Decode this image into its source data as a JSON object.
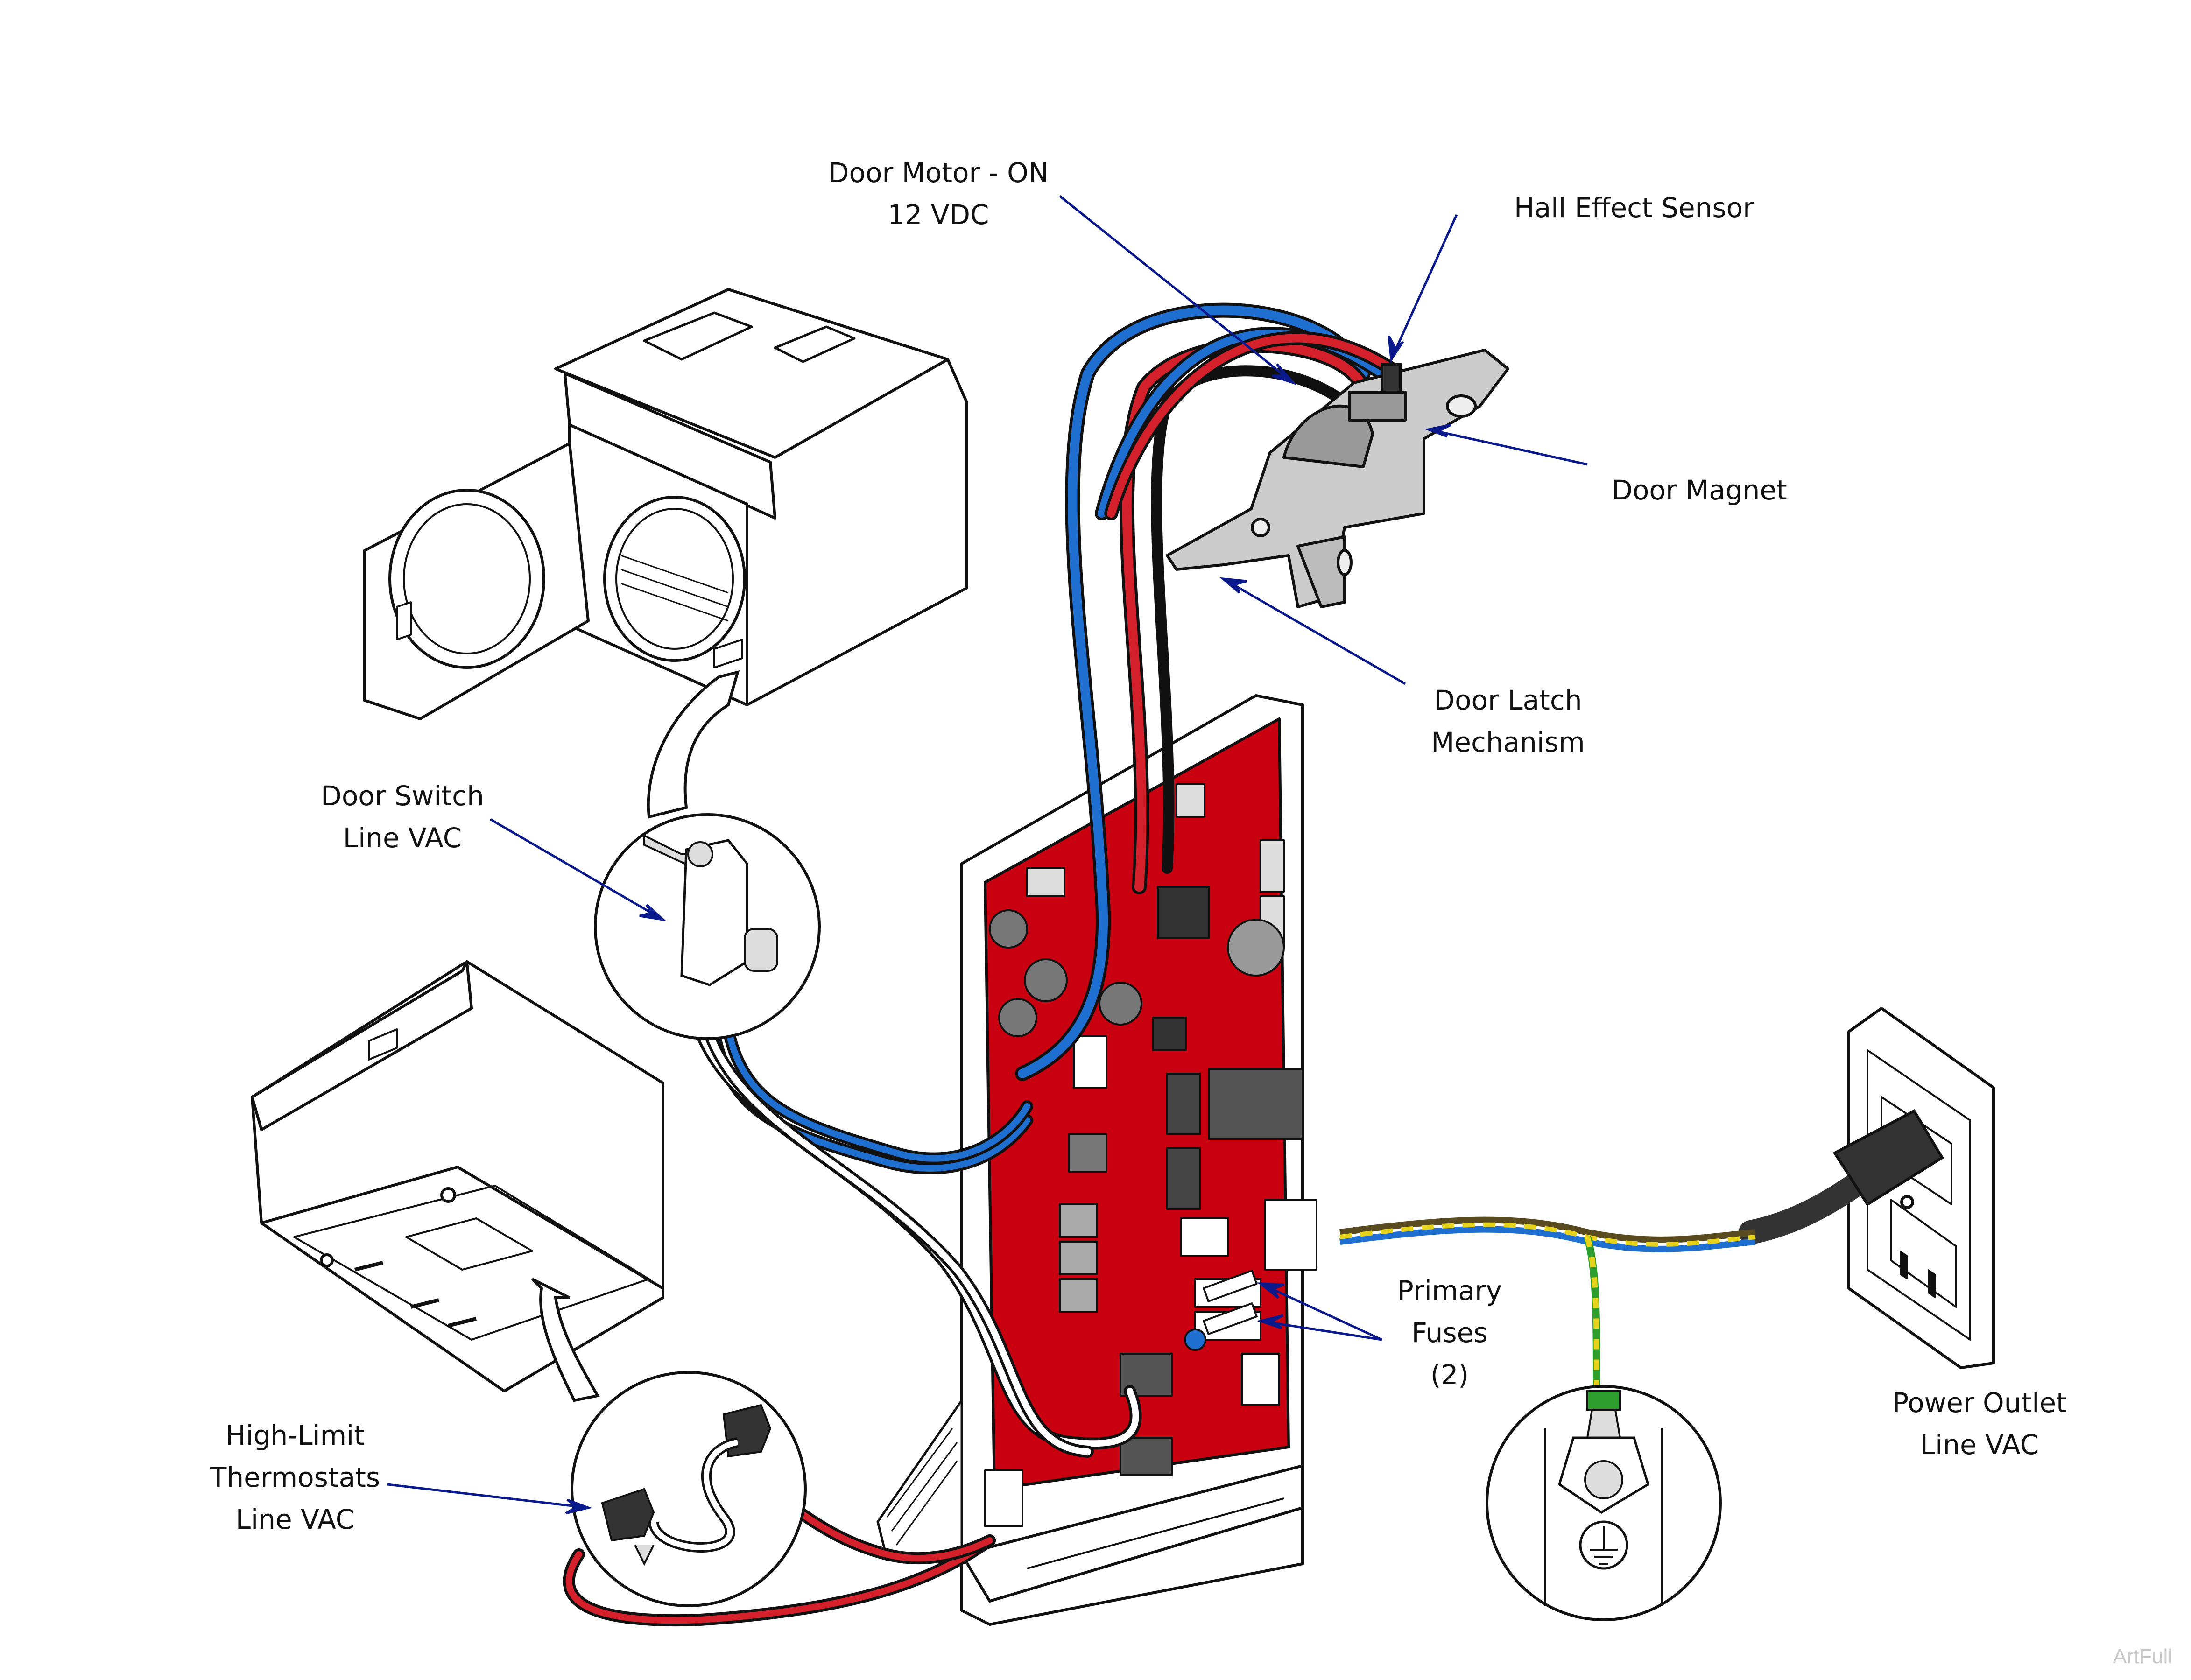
{
  "colors": {
    "board": "#c8000f",
    "leader": "#0a1a8c",
    "wire_blue": "#1f6fd0",
    "wire_red": "#d3202a",
    "wire_black": "#111111",
    "wire_ground_green": "#2e9e2e",
    "wire_ground_yellow": "#e6d21a",
    "wire_brown": "#5a4a20",
    "outline": "#111111"
  },
  "labels": {
    "door_motor": {
      "line1": "Door Motor - ON",
      "line2": "12 VDC"
    },
    "hall_effect": {
      "line1": "Hall Effect Sensor"
    },
    "door_magnet": {
      "line1": "Door Magnet"
    },
    "door_latch": {
      "line1": "Door Latch",
      "line2": "Mechanism"
    },
    "door_switch": {
      "line1": "Door Switch",
      "line2": "Line VAC"
    },
    "primary_fuses": {
      "line1": "Primary",
      "line2": "Fuses",
      "line3": "(2)"
    },
    "power_outlet": {
      "line1": "Power Outlet",
      "line2": "Line VAC"
    },
    "high_limit": {
      "line1": "High-Limit",
      "line2": "Thermostats",
      "line3": "Line VAC"
    }
  },
  "watermark": "ArtFull"
}
